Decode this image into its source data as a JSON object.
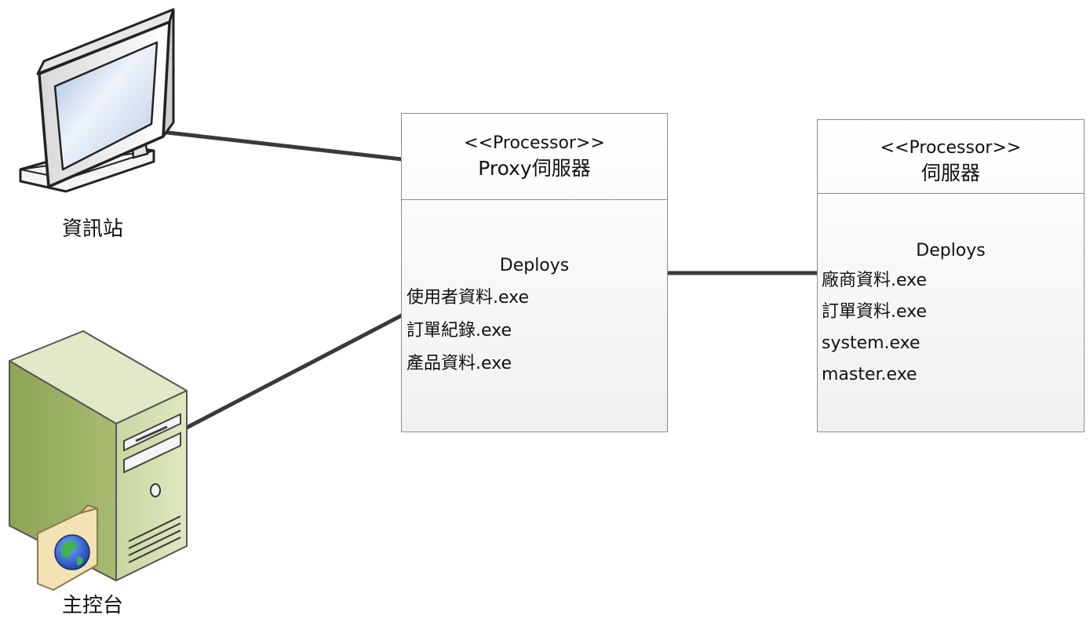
{
  "nodes": {
    "kiosk": {
      "label": "資訊站",
      "icon": "monitor-icon"
    },
    "console": {
      "label": "主控台",
      "icon": "server-tower-icon"
    }
  },
  "processors": {
    "proxy": {
      "stereotype": "<<Processor>>",
      "name": "Proxy伺服器",
      "deploys_title": "Deploys",
      "deploys": [
        "使用者資料.exe",
        "訂單紀錄.exe",
        "產品資料.exe"
      ]
    },
    "server": {
      "stereotype": "<<Processor>>",
      "name": "伺服器",
      "deploys_title": "Deploys",
      "deploys": [
        "廠商資料.exe",
        "訂單資料.exe",
        "system.exe",
        "master.exe"
      ]
    }
  },
  "colors": {
    "connector": "#3a3a3a",
    "box_border": "#8c8c8c",
    "server_green": "#9fb46a",
    "screen_blue": "#bcd0ea"
  }
}
